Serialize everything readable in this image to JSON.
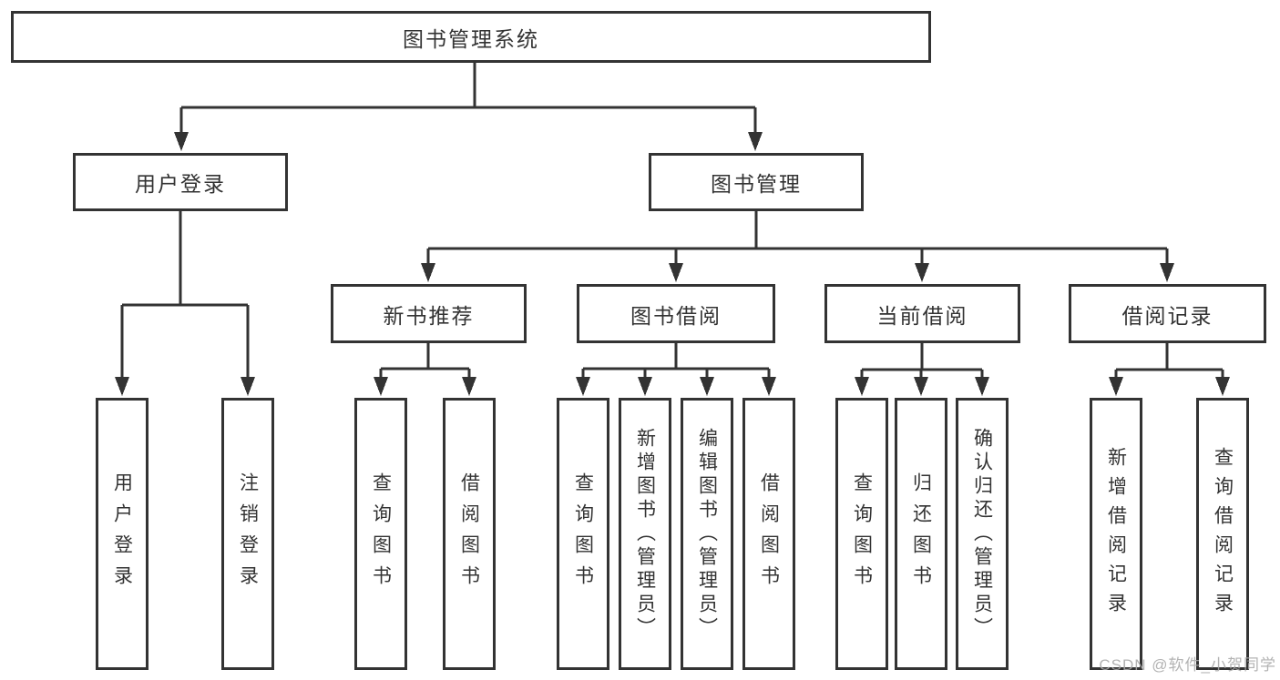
{
  "nodes": {
    "root": "图书管理系统",
    "user_login": "用户登录",
    "book_management": "图书管理",
    "new_book_recommend": "新书推荐",
    "book_borrowing": "图书借阅",
    "current_borrowing": "当前借阅",
    "borrowing_records": "借阅记录",
    "leaf_user_login": "用户登录",
    "leaf_logout": "注销登录",
    "leaf_query_books_recommend": "查询图书",
    "leaf_borrow_books_recommend": "借阅图书",
    "leaf_query_books_borrowing": "查询图书",
    "leaf_add_books_admin": "新增图书（管理员）",
    "leaf_edit_books_admin": "编辑图书（管理员）",
    "leaf_borrow_books_borrowing": "借阅图书",
    "leaf_query_books_current": "查询图书",
    "leaf_return_books": "归还图书",
    "leaf_confirm_return_admin": "确认归还（管理员）",
    "leaf_add_borrow_record": "新增借阅记录",
    "leaf_query_borrow_record": "查询借阅记录"
  },
  "edges": [
    {
      "from": "root",
      "to": [
        "user_login",
        "book_management"
      ]
    },
    {
      "from": "user_login",
      "to": [
        "leaf_user_login",
        "leaf_logout"
      ]
    },
    {
      "from": "book_management",
      "to": [
        "new_book_recommend",
        "book_borrowing",
        "current_borrowing",
        "borrowing_records"
      ]
    },
    {
      "from": "new_book_recommend",
      "to": [
        "leaf_query_books_recommend",
        "leaf_borrow_books_recommend"
      ]
    },
    {
      "from": "book_borrowing",
      "to": [
        "leaf_query_books_borrowing",
        "leaf_add_books_admin",
        "leaf_edit_books_admin",
        "leaf_borrow_books_borrowing"
      ]
    },
    {
      "from": "current_borrowing",
      "to": [
        "leaf_query_books_current",
        "leaf_return_books",
        "leaf_confirm_return_admin"
      ]
    },
    {
      "from": "borrowing_records",
      "to": [
        "leaf_add_borrow_record",
        "leaf_query_borrow_record"
      ]
    }
  ],
  "watermark": {
    "text": "CSDN @软件_小贺同学"
  },
  "colors": {
    "line": "#333333",
    "box_border": "#333333",
    "text": "#333333",
    "watermark": "#a8a8a8",
    "background": "#ffffff"
  }
}
